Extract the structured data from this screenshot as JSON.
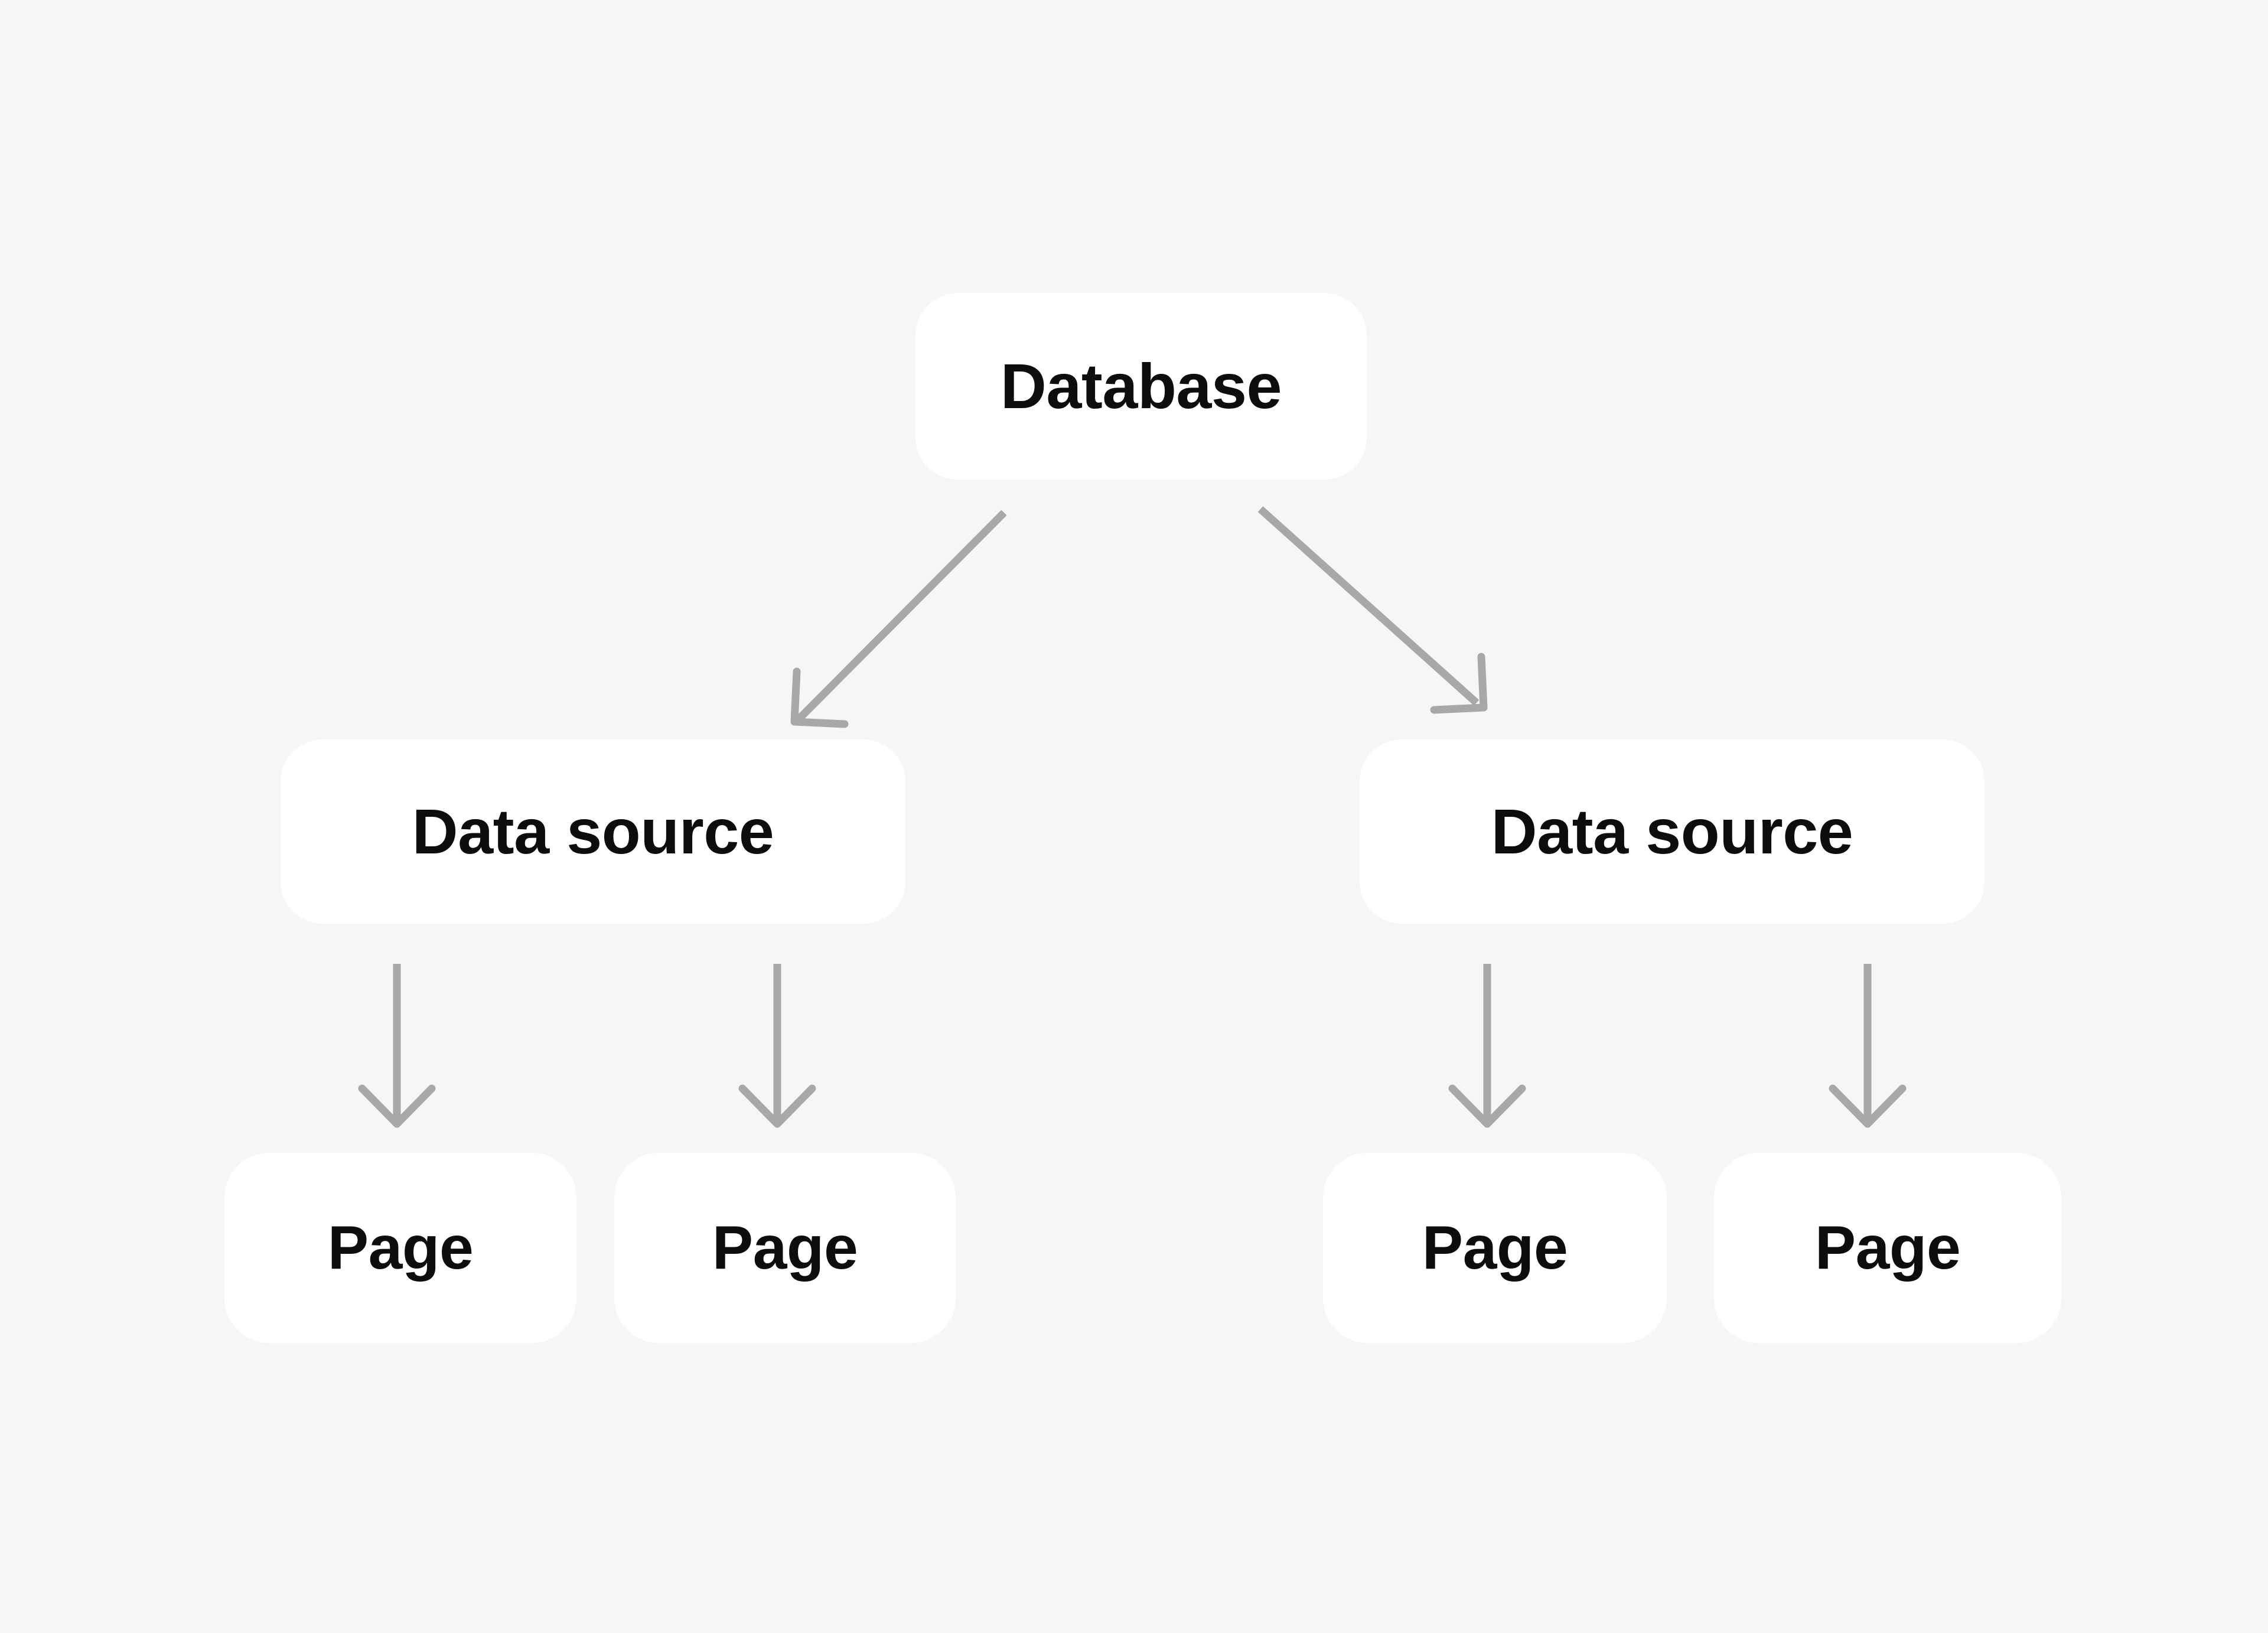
{
  "diagram": {
    "title": "Notion database structure diagram",
    "background_color": "#f6f6f4",
    "node_fill_color": "#ffffff",
    "node_text_color": "#0d0d0d",
    "arrow_color": "#a8a8a6",
    "arrow_stroke_width": 13,
    "nodes": {
      "database": {
        "label": "Database"
      },
      "data_sources": [
        {
          "label": "Data source"
        },
        {
          "label": "Data source"
        }
      ],
      "pages": [
        {
          "label": "Page"
        },
        {
          "label": "Page"
        },
        {
          "label": "Page"
        },
        {
          "label": "Page"
        }
      ]
    },
    "edges": [
      {
        "name": "database-to-data-source-left",
        "from": "database",
        "to": "data-source-1",
        "style": "diagonal-arrow"
      },
      {
        "name": "database-to-data-source-right",
        "from": "database",
        "to": "data-source-2",
        "style": "diagonal-arrow"
      },
      {
        "name": "data-source-left-to-page-1",
        "from": "data-source-1",
        "to": "page-1",
        "style": "vertical-arrow"
      },
      {
        "name": "data-source-left-to-page-2",
        "from": "data-source-1",
        "to": "page-2",
        "style": "vertical-arrow"
      },
      {
        "name": "data-source-right-to-page-3",
        "from": "data-source-2",
        "to": "page-3",
        "style": "vertical-arrow"
      },
      {
        "name": "data-source-right-to-page-4",
        "from": "data-source-2",
        "to": "page-4",
        "style": "vertical-arrow"
      }
    ]
  }
}
